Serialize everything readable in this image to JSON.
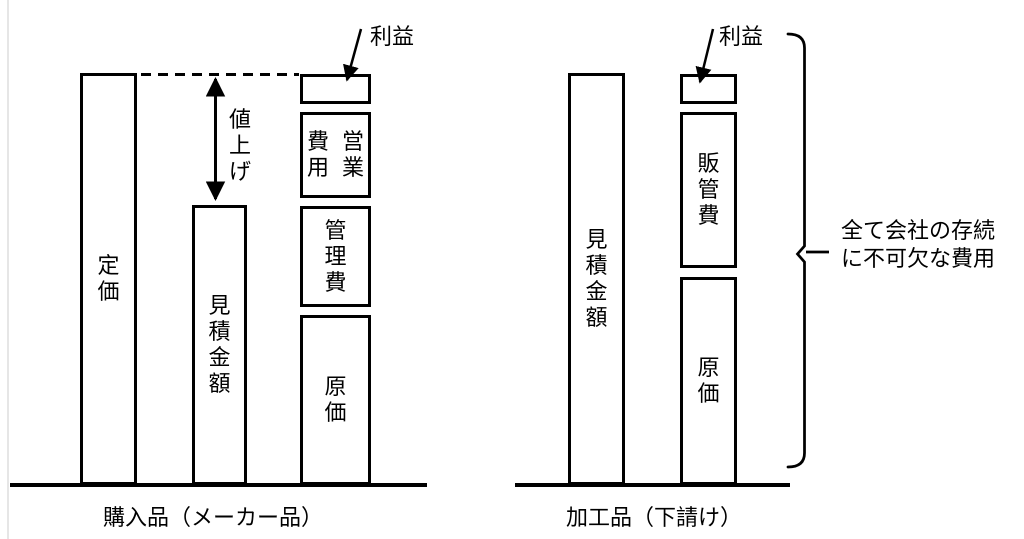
{
  "diagram": {
    "left": {
      "caption": "購入品（メーカー品）",
      "list_price_bar": "定価",
      "estimate_bar": "見積金額",
      "price_increase": "値上げ",
      "stack": {
        "profit": "利益",
        "sales_expense": "営業費用",
        "admin_cost": "管理費",
        "cost": "原価"
      }
    },
    "right": {
      "caption": "加工品（下請け）",
      "estimate_bar": "見積金額",
      "stack": {
        "profit": "利益",
        "sga_cost": "販管費",
        "cost": "原価"
      },
      "note_line1": "全て会社の存続",
      "note_line2": "に不可欠な費用"
    },
    "colors": {
      "ink": "#000000",
      "background": "#ffffff"
    }
  }
}
